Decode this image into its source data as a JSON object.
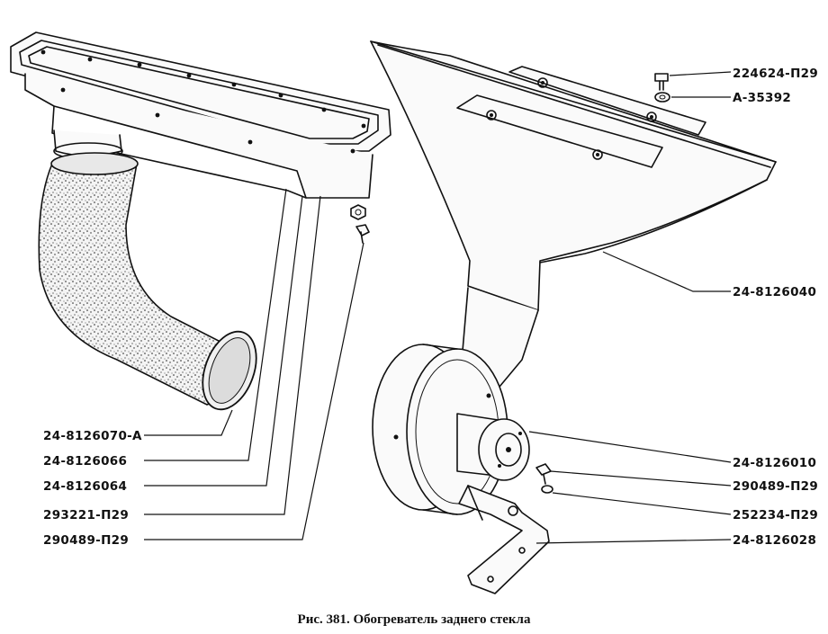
{
  "figure": {
    "caption": "Рис. 381. Обогреватель заднего стекла",
    "labels": {
      "bottom_hose": "24-8126070-А",
      "inlet_box": "24-8126066",
      "gasket": "24-8126064",
      "nut_left": "293221-П29",
      "screw_left": "290489-П29",
      "bolt_top": "224624-П29",
      "washer_top": "А-35392",
      "funnel_duct": "24-8126040",
      "fan_motor": "24-8126010",
      "screw_right": "290489-П29",
      "washer_right": "252234-П29",
      "bracket": "24-8126028"
    }
  }
}
